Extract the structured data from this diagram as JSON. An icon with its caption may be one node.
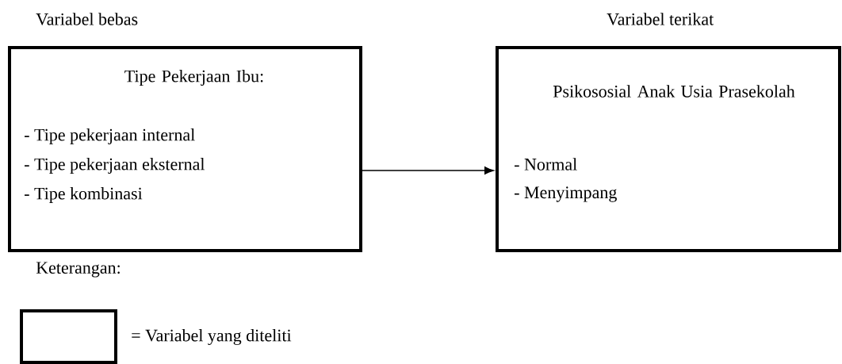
{
  "diagram": {
    "nodes": [
      {
        "text": [
          "Tipe Pekerjaan Ibu:",
          "- Tipe pekerjaan internal",
          "- Tipe pekerjaan eksternal",
          "- Tipe kombinasi"
        ],
        "beside": [
          "Variabel bebas"
        ]
      },
      {
        "text": [
          "Psikososial Anak Usia Prasekolah",
          "- Normal",
          "- Menyimpang"
        ],
        "beside": [
          "Variabel terikat"
        ]
      }
    ],
    "edges": [
      {
        "from": 0,
        "to": 1,
        "arrow": "to"
      }
    ],
    "labels": [
      "Keterangan:"
    ],
    "legend": [
      {
        "text": "= Variabel yang diteliti"
      }
    ]
  }
}
